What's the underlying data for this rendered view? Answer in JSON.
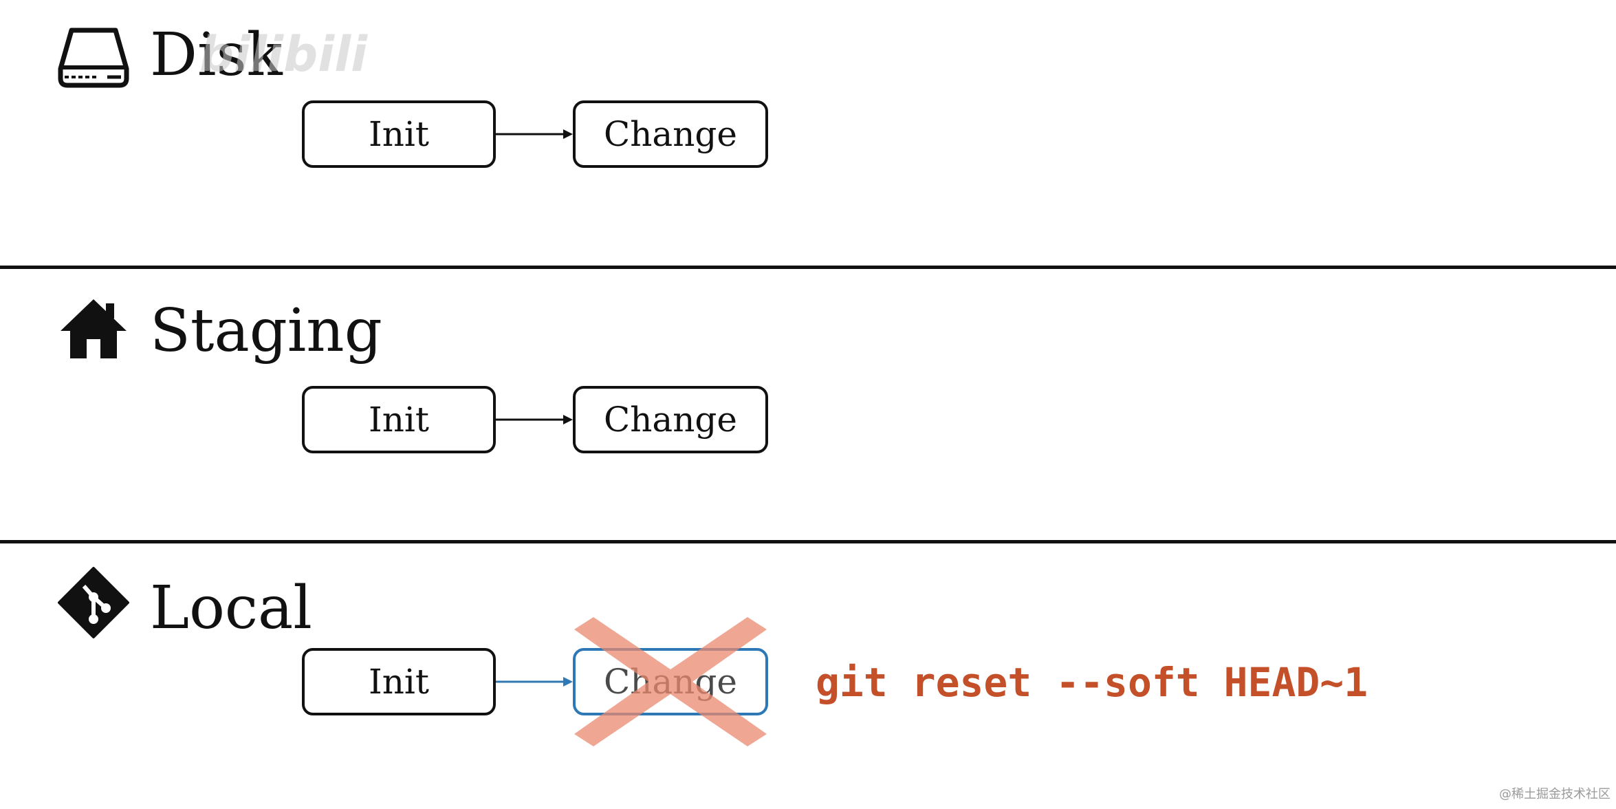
{
  "sections": [
    {
      "title": "Disk",
      "icon": "hard-drive-icon",
      "nodes": [
        "Init",
        "Change"
      ]
    },
    {
      "title": "Staging",
      "icon": "house-icon",
      "nodes": [
        "Init",
        "Change"
      ]
    },
    {
      "title": "Local",
      "icon": "git-logo-icon",
      "nodes": [
        "Init",
        "Change"
      ],
      "removed_node": "Change",
      "command": "git reset --soft HEAD~1"
    }
  ],
  "colors": {
    "ink": "#111111",
    "local_highlight": "#2e78b6",
    "cross": "#e98a6f",
    "command": "#c4502a"
  },
  "watermarks": {
    "channel": "bilibili",
    "credit": "@稀土掘金技术社区"
  }
}
